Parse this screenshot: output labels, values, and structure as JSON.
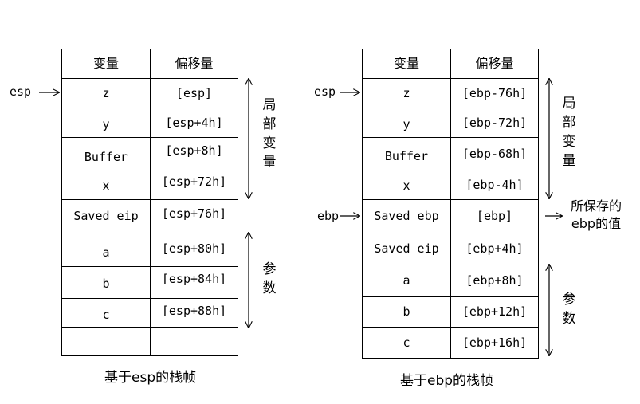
{
  "left": {
    "headers": [
      "变量",
      "偏移量"
    ],
    "rows": [
      [
        "z",
        "[esp]"
      ],
      [
        "y",
        "[esp+4h]"
      ],
      [
        "Buffer",
        "[esp+8h]"
      ],
      [
        "x",
        "[esp+72h]"
      ],
      [
        "Saved eip",
        "[esp+76h]"
      ],
      [
        "a",
        "[esp+80h]"
      ],
      [
        "b",
        "[esp+84h]"
      ],
      [
        "c",
        "[esp+88h]"
      ],
      [
        "",
        ""
      ]
    ],
    "pointer": "esp",
    "bracket_locals": [
      "局",
      "部",
      "变",
      "量"
    ],
    "bracket_params": [
      "参",
      "数"
    ],
    "caption": "基于esp的栈帧"
  },
  "right": {
    "headers": [
      "变量",
      "偏移量"
    ],
    "rows": [
      [
        "z",
        "[ebp-76h]"
      ],
      [
        "y",
        "[ebp-72h]"
      ],
      [
        "Buffer",
        "[ebp-68h]"
      ],
      [
        "x",
        "[ebp-4h]"
      ],
      [
        "Saved ebp",
        "[ebp]"
      ],
      [
        "Saved eip",
        "[ebp+4h]"
      ],
      [
        "a",
        "[ebp+8h]"
      ],
      [
        "b",
        "[ebp+12h]"
      ],
      [
        "c",
        "[ebp+16h]"
      ]
    ],
    "pointer_esp": "esp",
    "pointer_ebp": "ebp",
    "bracket_locals": [
      "局",
      "部",
      "变",
      "量"
    ],
    "bracket_params": [
      "参",
      "数"
    ],
    "saved_note_line1": "所保存的",
    "saved_note_line2": "ebp的值",
    "caption": "基于ebp的栈帧"
  }
}
